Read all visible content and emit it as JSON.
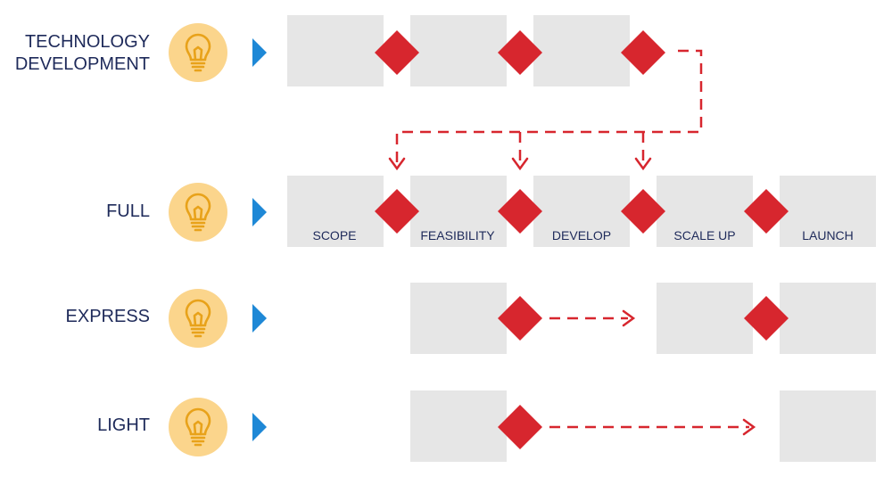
{
  "rows": [
    {
      "label": "TECHNOLOGY\nDEVELOPMENT"
    },
    {
      "label": "FULL"
    },
    {
      "label": "EXPRESS"
    },
    {
      "label": "LIGHT"
    }
  ],
  "stages": [
    "SCOPE",
    "FEASIBILITY",
    "DEVELOP",
    "SCALE UP",
    "LAUNCH"
  ],
  "icons": {
    "row_icon": "lightbulb-icon",
    "play_marker": "play-triangle-icon",
    "gate": "diamond-gate-icon"
  },
  "colors": {
    "box": "#e6e6e6",
    "gate": "#d7262e",
    "arrow": "#d7262e",
    "icon_circle": "#fbd58c",
    "icon_stroke": "#e8a21a",
    "play": "#1e88d6",
    "text": "#1e2a5a"
  }
}
